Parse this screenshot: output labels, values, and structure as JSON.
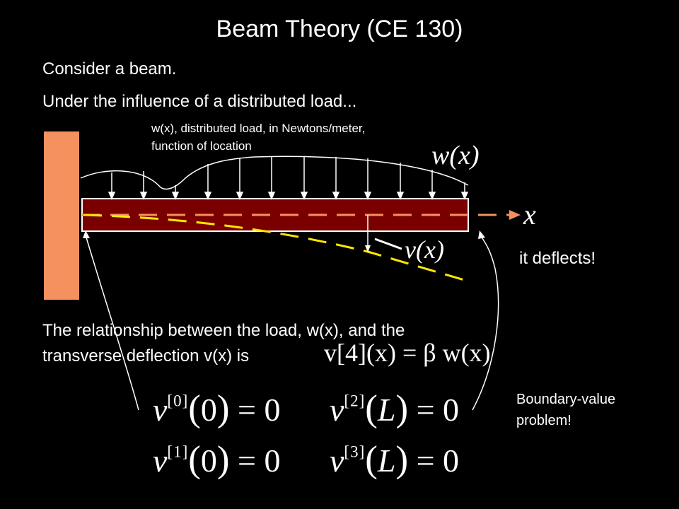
{
  "slide": {
    "title": "Beam Theory (CE 130)",
    "line1": "Consider a beam.",
    "line2": "Under the influence of a distributed load...",
    "load_note_line1": "w(x), distributed load, in Newtons/meter,",
    "load_note_line2": "function of location",
    "load_label": "w(x)",
    "axis_label": "x",
    "deflection_label": "v(x)",
    "deflects_note": "it deflects!",
    "relationship_line1": "The relationship between the load, w(x), and the",
    "relationship_line2": "transverse deflection v(x) is",
    "governing_equation": "v[4](x) = β w(x)",
    "bvp_note_line1": "Boundary-value",
    "bvp_note_line2": "problem!"
  },
  "boundary_conditions": [
    {
      "order": "[0]",
      "arg": "0",
      "rhs": "0"
    },
    {
      "order": "[2]",
      "arg": "L",
      "rhs": "0"
    },
    {
      "order": "[1]",
      "arg": "0",
      "rhs": "0"
    },
    {
      "order": "[3]",
      "arg": "L",
      "rhs": "0"
    }
  ],
  "colors": {
    "background": "#000000",
    "wall": "#f4915f",
    "beam": "#7a0000",
    "axis_dash": "#f4915f",
    "deflection_dash": "#ffe800",
    "text": "#ffffff"
  }
}
